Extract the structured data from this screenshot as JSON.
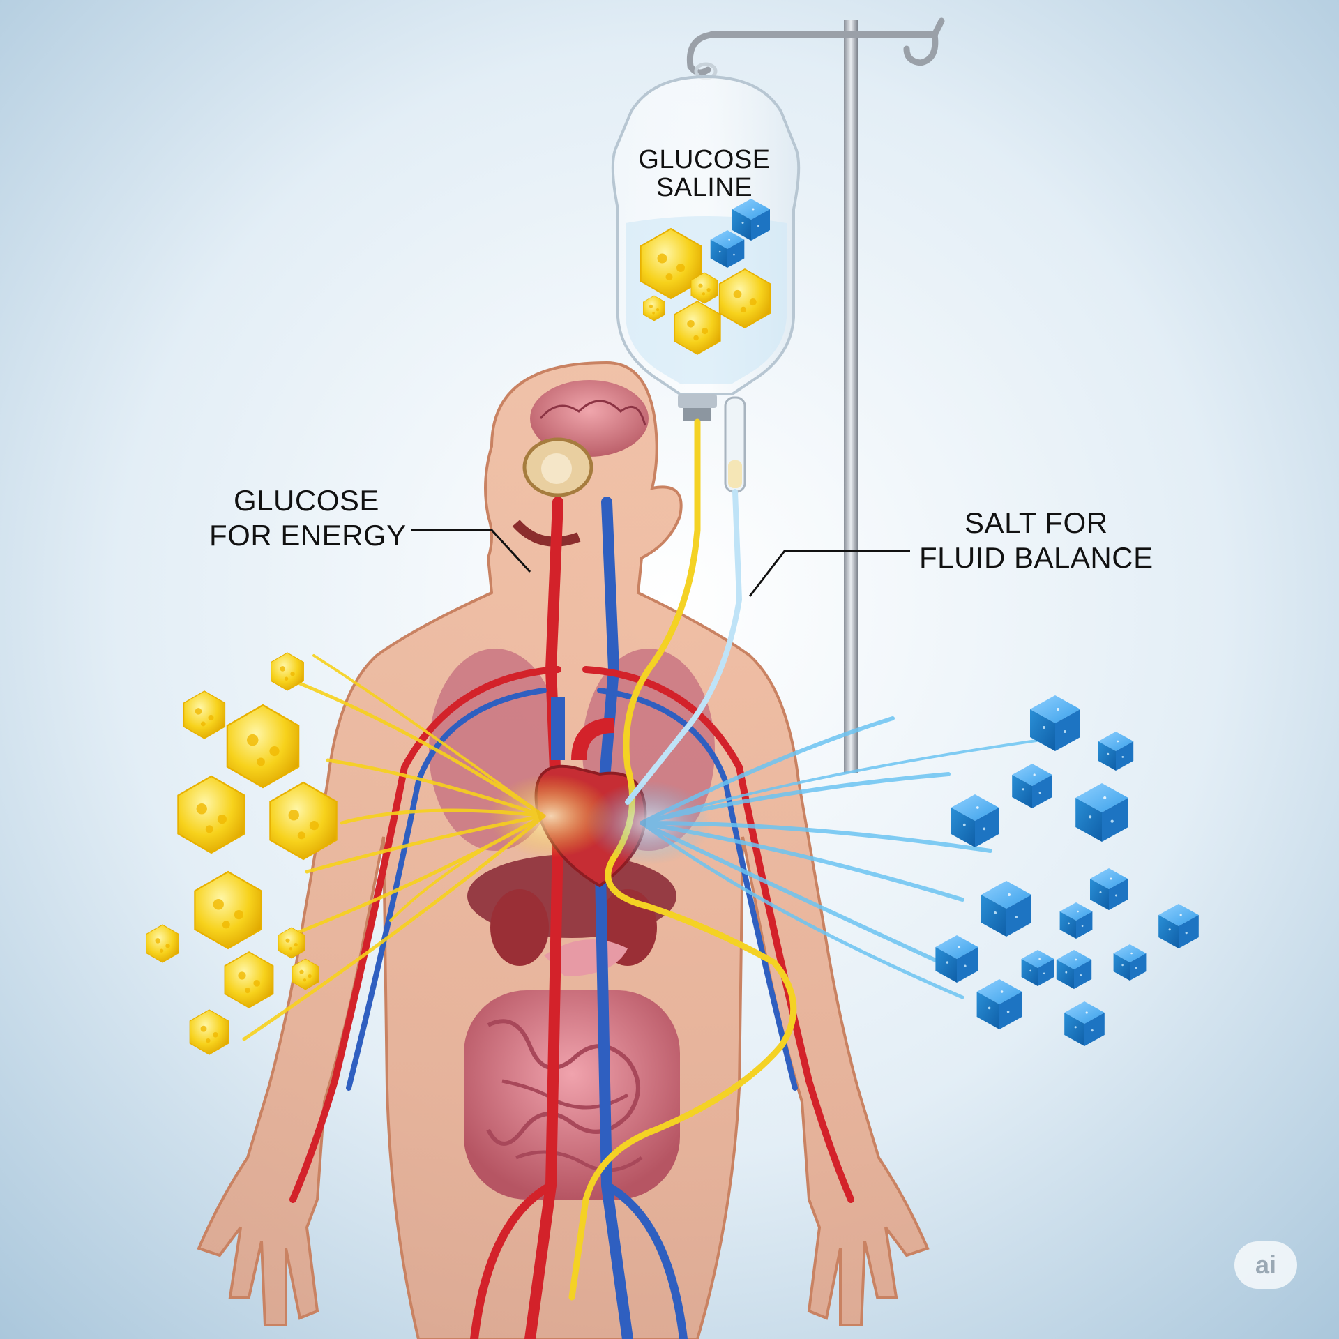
{
  "iv_bag": {
    "line1": "GLUCOSE",
    "line2": "SALINE"
  },
  "glucose_callout": {
    "line1": "GLUCOSE",
    "line2": "FOR ENERGY"
  },
  "salt_callout": {
    "line1": "SALT FOR",
    "line2": "FLUID BALANCE"
  },
  "watermark": "ai",
  "colors": {
    "background_center": "#ffffff",
    "background_edge": "#a9c6db",
    "glucose": "#f7d21c",
    "salt": "#2a8fd6",
    "artery": "#d3222a",
    "vein": "#2f5fc0",
    "skin": "#e8a07e"
  },
  "icons": [
    "iv-bag-icon",
    "iv-pole-icon",
    "glucose-hexagon-icon",
    "salt-cube-icon",
    "heart-icon"
  ]
}
